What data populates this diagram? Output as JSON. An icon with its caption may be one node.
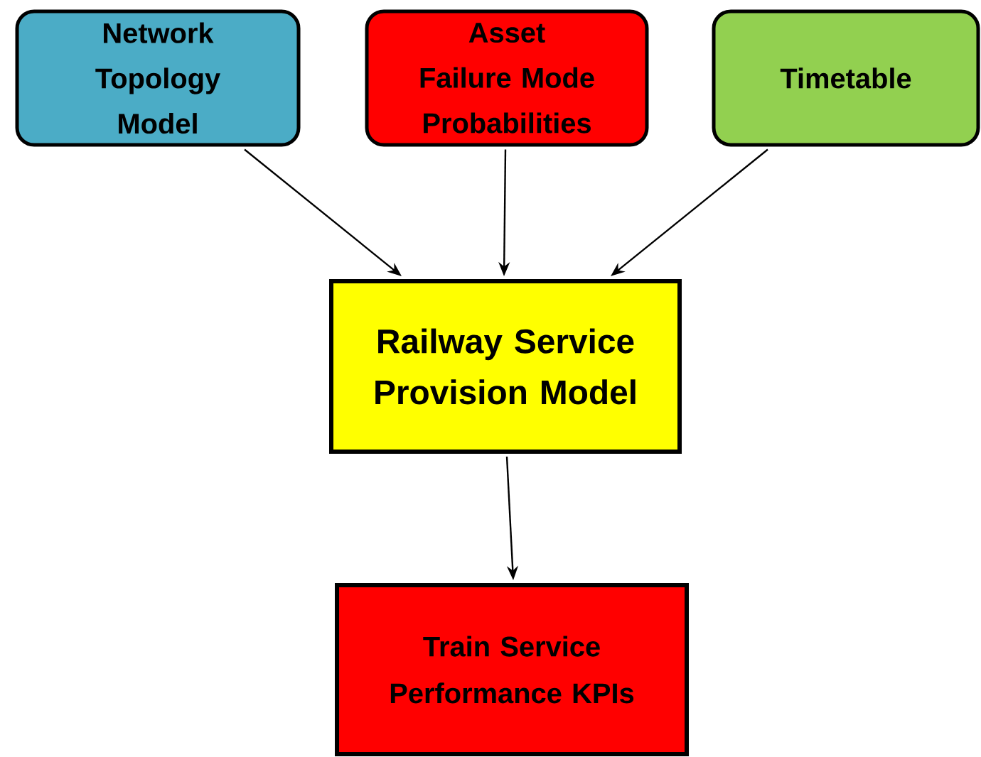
{
  "diagram": {
    "nodes": [
      {
        "text": [
          "Network Topology Model"
        ]
      },
      {
        "text": [
          "Asset Failure Mode Probabilities"
        ]
      },
      {
        "text": [
          "Timetable"
        ]
      },
      {
        "text": [
          "Railway Service Provision Model"
        ]
      },
      {
        "text": [
          "Train Service Performance KPIs"
        ]
      }
    ],
    "edges": [
      {
        "from": 0,
        "to": 3,
        "arrow": "to"
      },
      {
        "from": 1,
        "to": 3,
        "arrow": "to"
      },
      {
        "from": 2,
        "to": 3,
        "arrow": "to"
      },
      {
        "from": 3,
        "to": 4,
        "arrow": "to"
      }
    ]
  }
}
